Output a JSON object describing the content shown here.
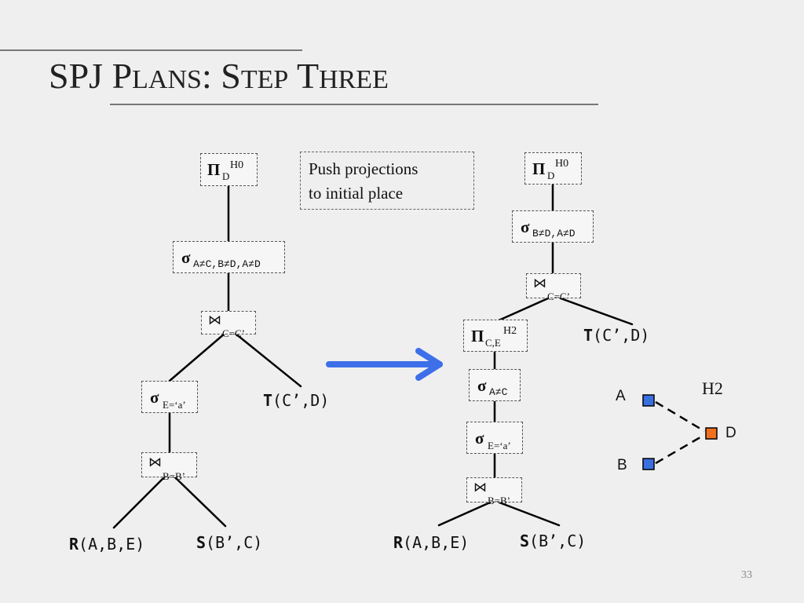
{
  "title": {
    "first": "SPJ P",
    "sc1": "LANS",
    "colon": ": S",
    "sc2": "TEP",
    "mid": " T",
    "sc3": "HREE"
  },
  "note": {
    "line1": "Push projections",
    "line2": "to initial place"
  },
  "left_tree": {
    "proj": {
      "op": "Π",
      "sub": "D",
      "sup": "H0"
    },
    "select": {
      "op": "σ",
      "sub": "A≠C,B≠D,A≠D"
    },
    "join1": {
      "op": "⋈",
      "sub": "C=C’"
    },
    "select_e": {
      "op": "σ",
      "sub": "E=‘a’"
    },
    "join2": {
      "op": "⋈",
      "sub": "B=B’"
    },
    "leaf_t": {
      "name": "T",
      "args": "(C’,D)"
    },
    "leaf_r": {
      "name": "R",
      "args": "(A,B,E)"
    },
    "leaf_s": {
      "name": "S",
      "args": "(B’,C)"
    }
  },
  "right_tree": {
    "proj": {
      "op": "Π",
      "sub": "D",
      "sup": "H0"
    },
    "select": {
      "op": "σ",
      "sub": "B≠D,A≠D"
    },
    "join1": {
      "op": "⋈",
      "sub": "C=C’"
    },
    "proj2": {
      "op": "Π",
      "sub": "C,E",
      "sup": "H2"
    },
    "select_ac": {
      "op": "σ",
      "sub": "A≠C"
    },
    "select_e": {
      "op": "σ",
      "sub": "E=‘a’"
    },
    "join2": {
      "op": "⋈",
      "sub": "B=B’"
    },
    "leaf_t": {
      "name": "T",
      "args": "(C’,D)"
    },
    "leaf_r": {
      "name": "R",
      "args": "(A,B,E)"
    },
    "leaf_s": {
      "name": "S",
      "args": "(B’,C)"
    }
  },
  "hypergraph": {
    "title": "H2",
    "a": "A",
    "b": "B",
    "d": "D",
    "blue": "#3a6fe0",
    "orange": "#f07020"
  },
  "arrow_color": "#3d6fe8",
  "page_number": "33"
}
